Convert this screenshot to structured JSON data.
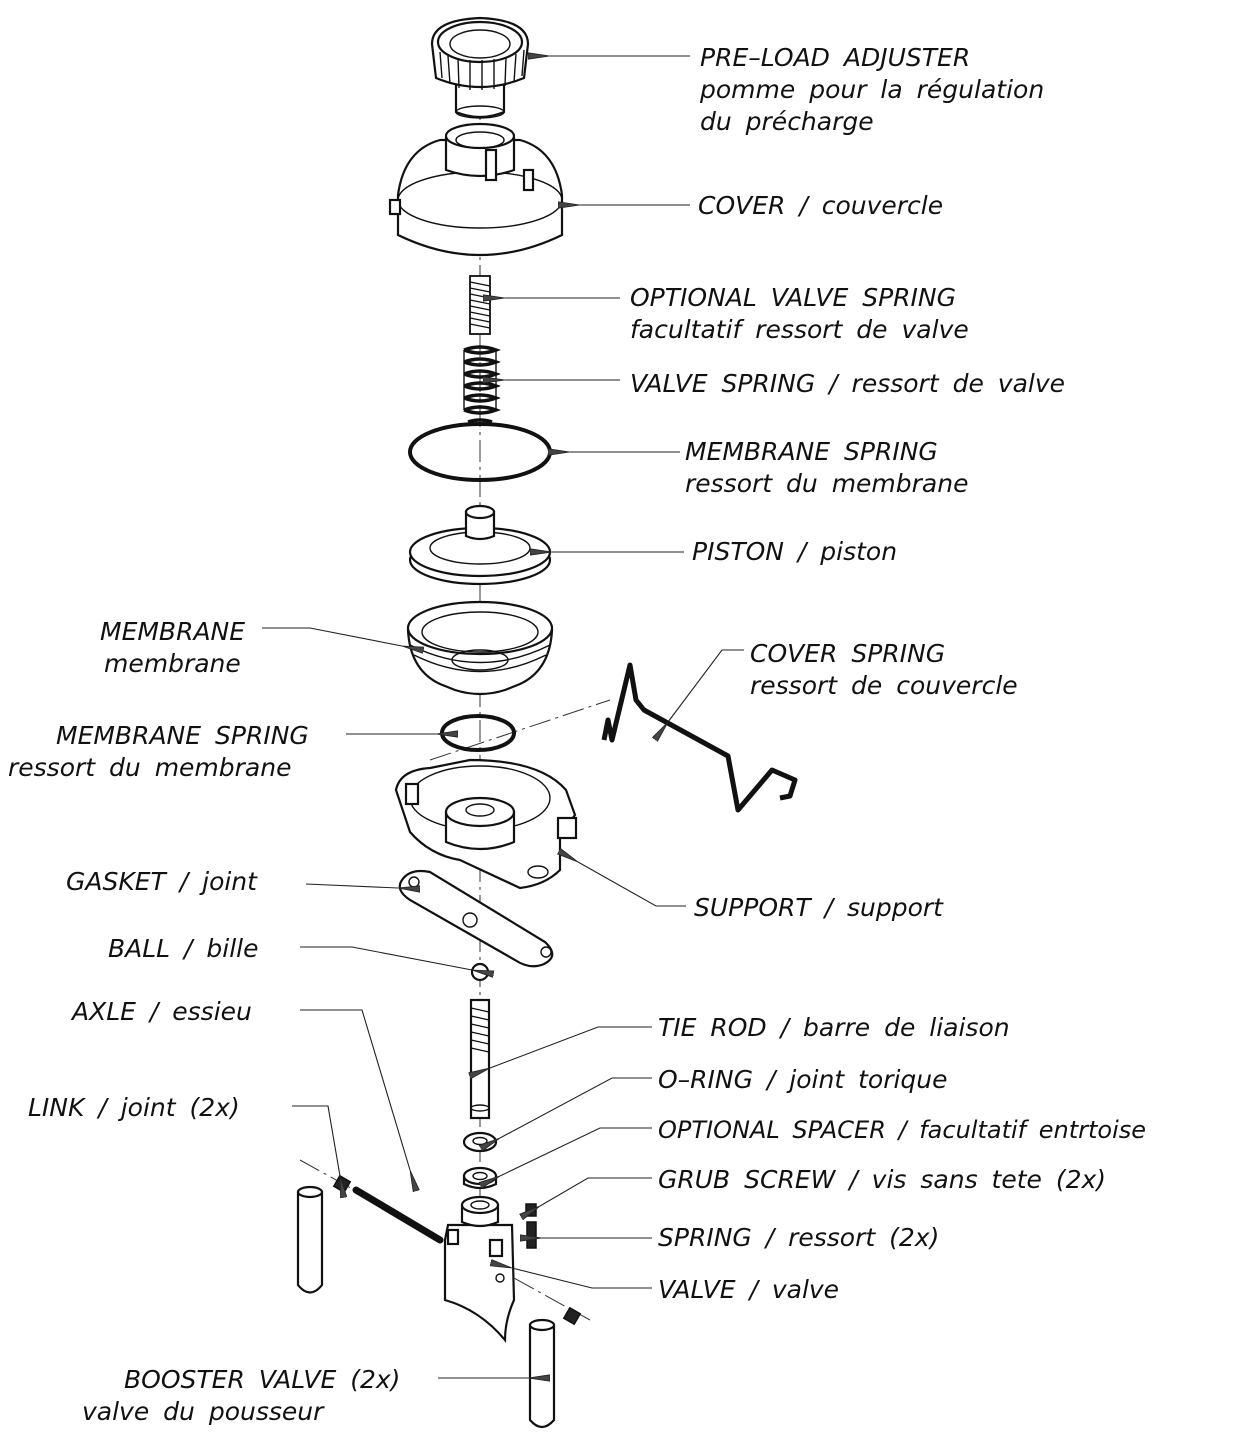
{
  "labels": {
    "preload": {
      "line1": "PRE–LOAD ADJUSTER",
      "line2": "pomme pour la régulation",
      "line3": "du précharge"
    },
    "cover": {
      "line1": "COVER / couvercle"
    },
    "optional_valve_spring": {
      "line1": "OPTIONAL VALVE SPRING",
      "line2": "facultatif ressort de valve"
    },
    "valve_spring": {
      "line1": "VALVE SPRING / ressort de valve"
    },
    "membrane_spring_upper": {
      "line1": "MEMBRANE SPRING",
      "line2": "ressort du membrane"
    },
    "piston": {
      "line1": "PISTON / piston"
    },
    "membrane": {
      "line1": "MEMBRANE",
      "line2": "membrane"
    },
    "cover_spring": {
      "line1": "COVER SPRING",
      "line2": "ressort de couvercle"
    },
    "membrane_spring_lower": {
      "line1": "MEMBRANE SPRING",
      "line2": "ressort du membrane"
    },
    "gasket": {
      "line1": "GASKET / joint"
    },
    "support": {
      "line1": "SUPPORT / support"
    },
    "ball": {
      "line1": "BALL / bille"
    },
    "axle": {
      "line1": "AXLE / essieu"
    },
    "tie_rod": {
      "line1": "TIE ROD / barre de liaison"
    },
    "o_ring": {
      "line1": "O–RING / joint torique"
    },
    "link": {
      "line1": "LINK / joint (2x)"
    },
    "optional_spacer": {
      "line1": "OPTIONAL SPACER / facultatif entrtoise"
    },
    "grub_screw": {
      "line1": "GRUB SCREW / vis sans tete (2x)"
    },
    "spring": {
      "line1": "SPRING / ressort (2x)"
    },
    "valve": {
      "line1": "VALVE / valve"
    },
    "booster_valve": {
      "line1": "BOOSTER VALVE (2x)",
      "line2": "valve du pousseur"
    }
  }
}
